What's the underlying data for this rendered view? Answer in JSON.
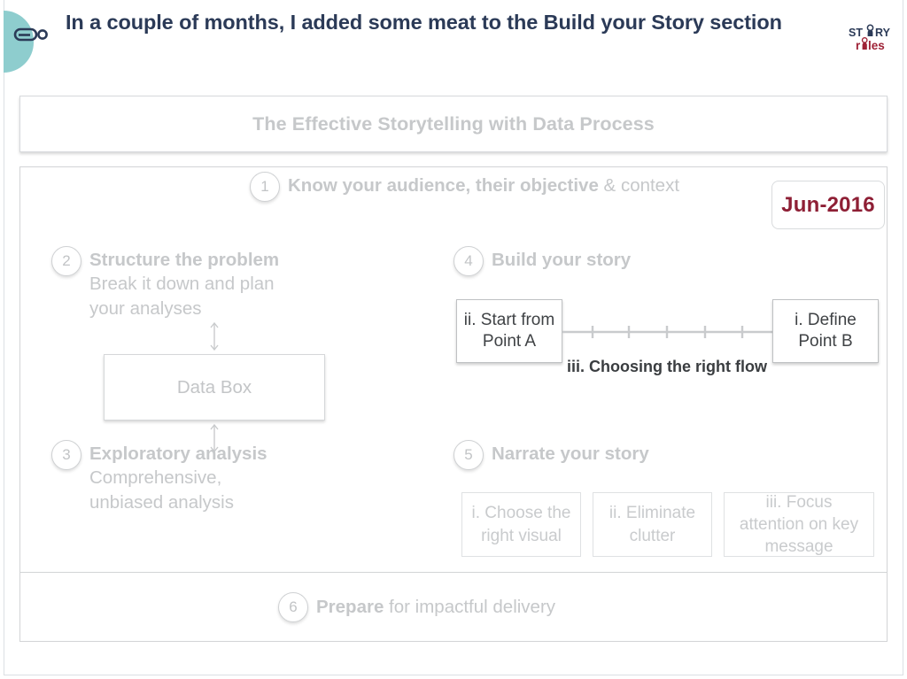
{
  "header": {
    "title": "In a couple of months, I added some meat to the Build your Story section",
    "brand_icon": "story-bubble-icon",
    "logo": {
      "part1": "ST",
      "part2": "RY",
      "part3": "r",
      "part4": "les",
      "full": "STORY rules",
      "color_dark": "#2b3a57",
      "color_red": "#9e2236"
    },
    "accent_color": "#8ecdce"
  },
  "banner": {
    "title": "The Effective Storytelling with Data Process"
  },
  "date_badge": {
    "value": "Jun-2016",
    "color": "#8e1f35"
  },
  "steps": [
    {
      "number": "1",
      "title": "Know your audience, their objective",
      "tail": " &",
      "subtitle": "context"
    },
    {
      "number": "2",
      "title": "Structure the problem",
      "subtitle": "Break it down and plan\nyour analyses"
    },
    {
      "number": "3",
      "title": "Exploratory analysis",
      "subtitle": "Comprehensive,\nunbiased analysis"
    },
    {
      "number": "4",
      "title": "Build your story",
      "subtitle": ""
    },
    {
      "number": "5",
      "title": "Narrate your story",
      "subtitle": ""
    },
    {
      "number": "6",
      "title": "Prepare",
      "tail": " for impactful delivery",
      "subtitle": ""
    }
  ],
  "data_box": {
    "label": "Data Box"
  },
  "build_your_story": {
    "box_a": "ii. Start from\nPoint A",
    "box_b": "i. Define\nPoint B",
    "flow_label": "iii. Choosing the right flow",
    "tick_count": 5
  },
  "narrate_your_story": {
    "boxes": [
      "i. Choose the right visual",
      "ii. Eliminate clutter",
      "iii. Focus attention on key message"
    ]
  },
  "colors": {
    "faded_gray": "#c6c8ca",
    "dark_text": "#3f4245",
    "border_gray": "#d2d4d6",
    "navy": "#2b3a57",
    "teal": "#8ecdce",
    "maroon": "#8e1f35"
  }
}
